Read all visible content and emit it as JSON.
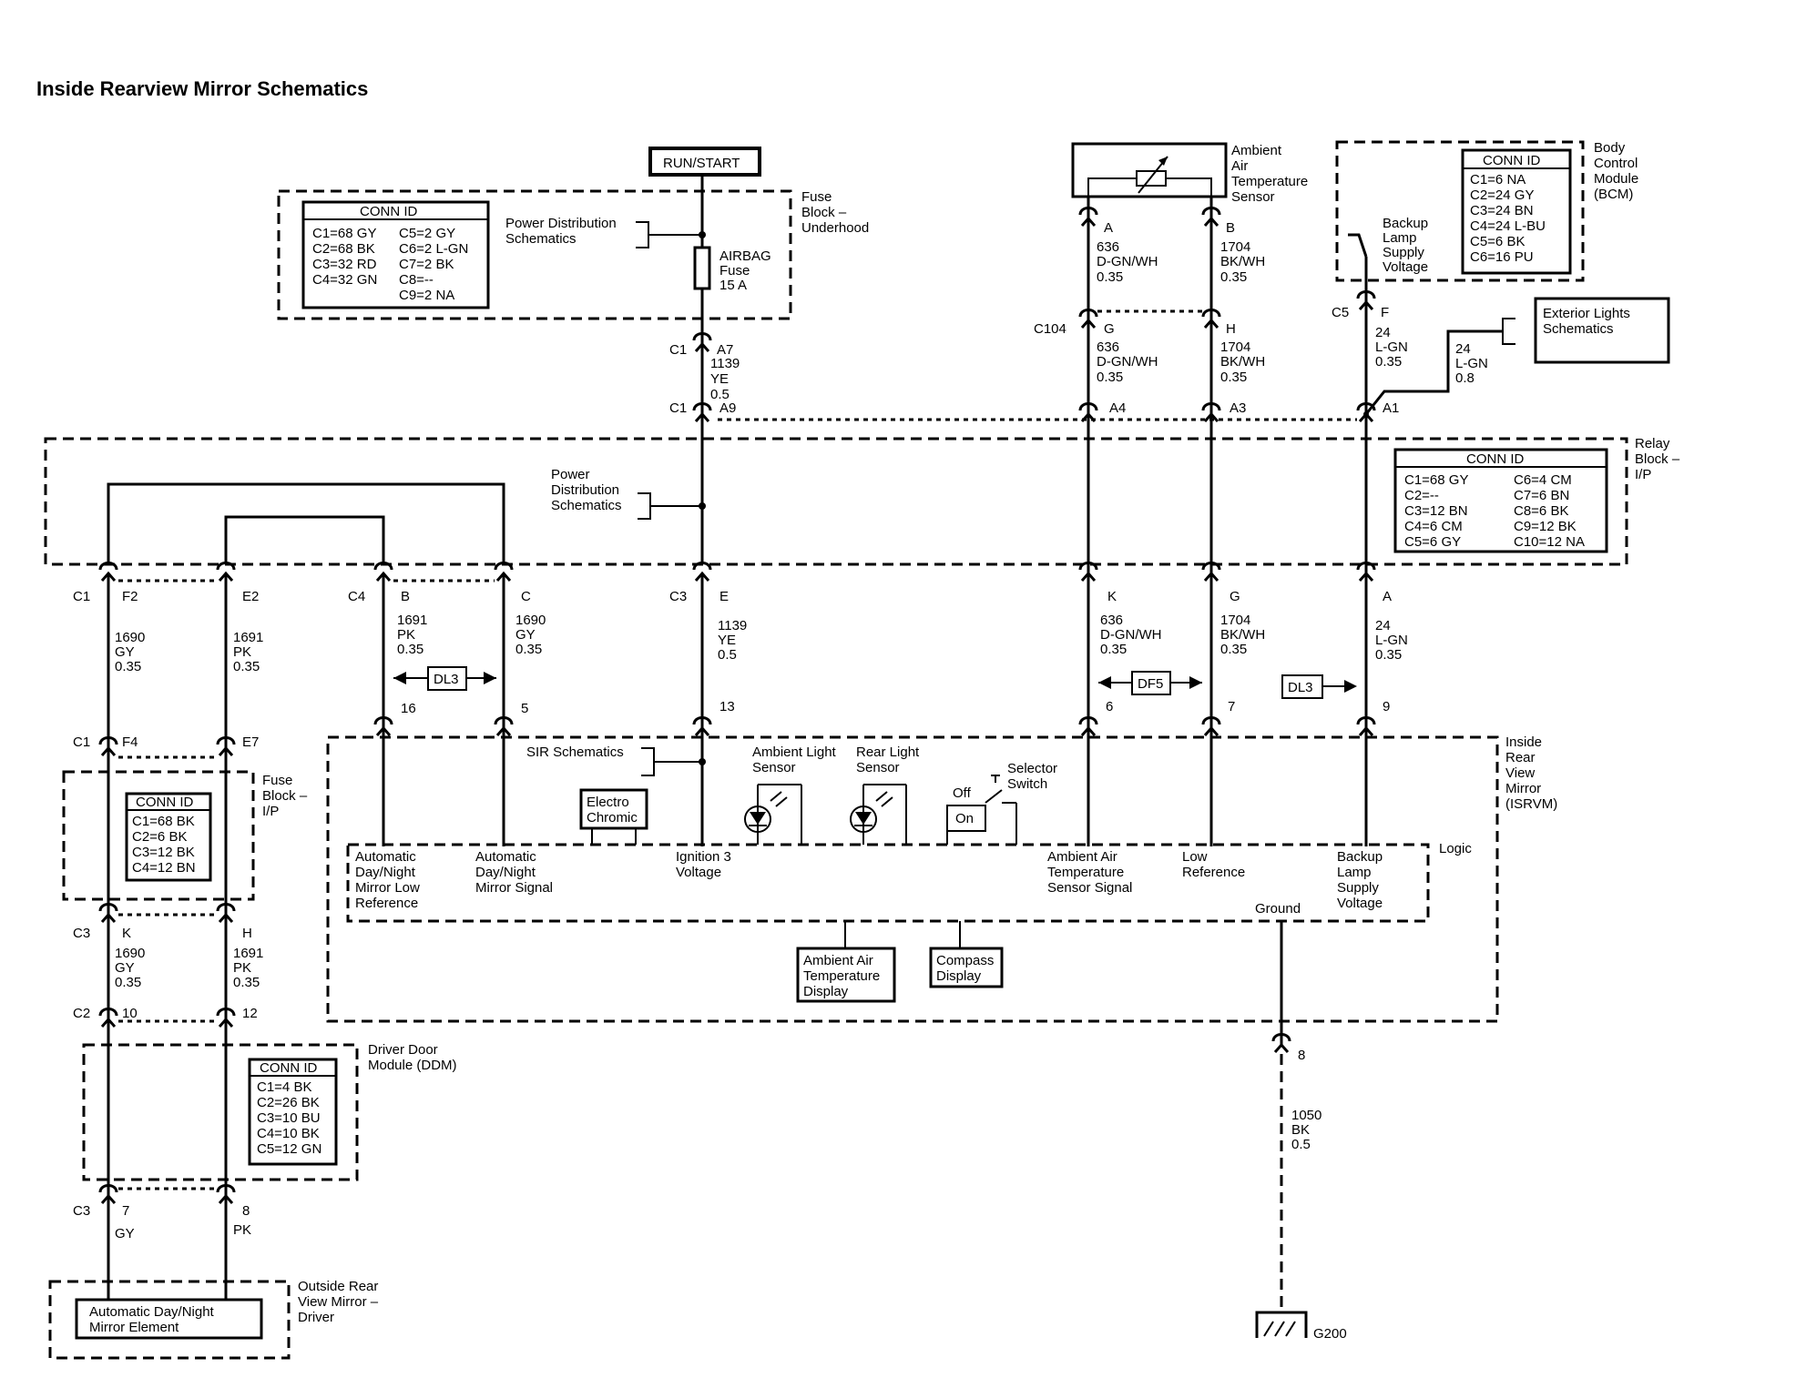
{
  "title": "Inside Rearview Mirror Schematics",
  "run_start": "RUN/START",
  "fuse_block_underhood": {
    "label": [
      "Fuse",
      "Block –",
      "Underhood"
    ],
    "conn_id_title": "CONN ID",
    "col1": [
      "C1=68 GY",
      "C2=68 BK",
      "C3=32 RD",
      "C4=32 GN"
    ],
    "col2": [
      "C5=2 GY",
      "C6=2 L-GN",
      "C7=2 BK",
      "C8=--",
      "C9=2 NA"
    ],
    "power_dist": [
      "Power Distribution",
      "Schematics"
    ],
    "fuse": [
      "AIRBAG",
      "Fuse",
      "15 A"
    ]
  },
  "ambient_sensor": {
    "label": [
      "Ambient",
      "Air",
      "Temperature",
      "Sensor"
    ],
    "pin_a": "A",
    "pin_b": "B",
    "wire_a": [
      "636",
      "D-GN/WH",
      "0.35"
    ],
    "wire_b": [
      "1704",
      "BK/WH",
      "0.35"
    ]
  },
  "bcm": {
    "label": [
      "Body",
      "Control",
      "Module",
      "(BCM)"
    ],
    "conn_id_title": "CONN ID",
    "conn": [
      "C1=6 NA",
      "C2=24 GY",
      "C3=24 BN",
      "C4=24 L-BU",
      "C5=6 BK",
      "C6=16 PU"
    ],
    "backup": [
      "Backup",
      "Lamp",
      "Supply",
      "Voltage"
    ]
  },
  "c104": {
    "label": "C104",
    "pin_g": "G",
    "pin_h": "H",
    "wire_g": [
      "636",
      "D-GN/WH",
      "0.35"
    ],
    "wire_h": [
      "1704",
      "BK/WH",
      "0.35"
    ]
  },
  "c5": {
    "label": "C5",
    "pin_f": "F",
    "wire_f": [
      "24",
      "L-GN",
      "0.35"
    ],
    "wire_ext": [
      "24",
      "L-GN",
      "0.8"
    ]
  },
  "exterior_lights": [
    "Exterior Lights",
    "Schematics"
  ],
  "c1_top": {
    "label1": "C1",
    "pin1": "A7",
    "wire": [
      "1139",
      "YE",
      "0.5"
    ],
    "label2": "C1",
    "pin2": "A9"
  },
  "relay_pins": {
    "a4": "A4",
    "a3": "A3",
    "a1": "A1"
  },
  "relay_block": {
    "label": [
      "Relay",
      "Block –",
      "I/P"
    ],
    "conn_id_title": "CONN ID",
    "col1": [
      "C1=68 GY",
      "C2=--",
      "C3=12 BN",
      "C4=6 CM",
      "C5=6 GY"
    ],
    "col2": [
      "C6=4 CM",
      "C7=6 BN",
      "C8=6 BK",
      "C9=12 BK",
      "C10=12 NA"
    ],
    "power_dist": [
      "Power",
      "Distribution",
      "Schematics"
    ]
  },
  "relay_bottom": {
    "c1": "C1",
    "f2": "F2",
    "e2": "E2",
    "c4": "C4",
    "b": "B",
    "c": "C",
    "c3": "C3",
    "e": "E",
    "k": "K",
    "g": "G",
    "a": "A",
    "w_f2": [
      "1690",
      "GY",
      "0.35"
    ],
    "w_e2": [
      "1691",
      "PK",
      "0.35"
    ],
    "w_b": [
      "1691",
      "PK",
      "0.35"
    ],
    "w_c": [
      "1690",
      "GY",
      "0.35"
    ],
    "w_e": [
      "1139",
      "YE",
      "0.5"
    ],
    "w_k": [
      "636",
      "D-GN/WH",
      "0.35"
    ],
    "w_g": [
      "1704",
      "BK/WH",
      "0.35"
    ],
    "w_a": [
      "24",
      "L-GN",
      "0.35"
    ]
  },
  "dl3": "DL3",
  "df5": "DF5",
  "isrvm_pins": {
    "p16": "16",
    "p5": "5",
    "p13": "13",
    "p6": "6",
    "p7": "7",
    "p9": "9"
  },
  "fuse_block_ip": {
    "label": [
      "Fuse",
      "Block –",
      "I/P"
    ],
    "conn_id_title": "CONN ID",
    "conn": [
      "C1=68 BK",
      "C2=6 BK",
      "C3=12 BK",
      "C4=12 BN"
    ],
    "c1": "C1",
    "f4": "F4",
    "e7": "E7",
    "c3": "C3",
    "k": "K",
    "h": "H",
    "w_k": [
      "1690",
      "GY",
      "0.35"
    ],
    "w_h": [
      "1691",
      "PK",
      "0.35"
    ]
  },
  "isrvm": {
    "label": [
      "Inside",
      "Rear",
      "View",
      "Mirror",
      "(ISRVM)"
    ],
    "sir": "SIR Schematics",
    "electro": [
      "Electro",
      "Chromic"
    ],
    "ambient_light": [
      "Ambient Light",
      "Sensor"
    ],
    "rear_light": [
      "Rear Light",
      "Sensor"
    ],
    "selector": [
      "Selector",
      "Switch"
    ],
    "off": "Off",
    "on": "On",
    "logic": "Logic",
    "sig_low": [
      "Automatic",
      "Day/Night",
      "Mirror Low",
      "Reference"
    ],
    "sig_sig": [
      "Automatic",
      "Day/Night",
      "Mirror Signal"
    ],
    "ign": [
      "Ignition 3",
      "Voltage"
    ],
    "amb_sig": [
      "Ambient Air",
      "Temperature",
      "Sensor Signal"
    ],
    "low_ref": [
      "Low",
      "Reference"
    ],
    "backup": [
      "Backup",
      "Lamp",
      "Supply",
      "Voltage"
    ],
    "ground": "Ground",
    "amb_disp": [
      "Ambient Air",
      "Temperature",
      "Display"
    ],
    "compass": [
      "Compass",
      "Display"
    ]
  },
  "ddm": {
    "label": [
      "Driver Door",
      "Module (DDM)"
    ],
    "c2": "C2",
    "p10": "10",
    "p12": "12",
    "conn_id_title": "CONN ID",
    "conn": [
      "C1=4 BK",
      "C2=26 BK",
      "C3=10 BU",
      "C4=10 BK",
      "C5=12 GN"
    ],
    "c3": "C3",
    "p7": "7",
    "p8": "8",
    "w7": "GY",
    "w8": "PK"
  },
  "outside_mirror": {
    "label": [
      "Outside Rear",
      "View Mirror –",
      "Driver"
    ],
    "element": [
      "Automatic Day/Night",
      "Mirror Element"
    ]
  },
  "ground_wire": {
    "pin": "8",
    "wire": [
      "1050",
      "BK",
      "0.5"
    ],
    "g200": "G200"
  }
}
